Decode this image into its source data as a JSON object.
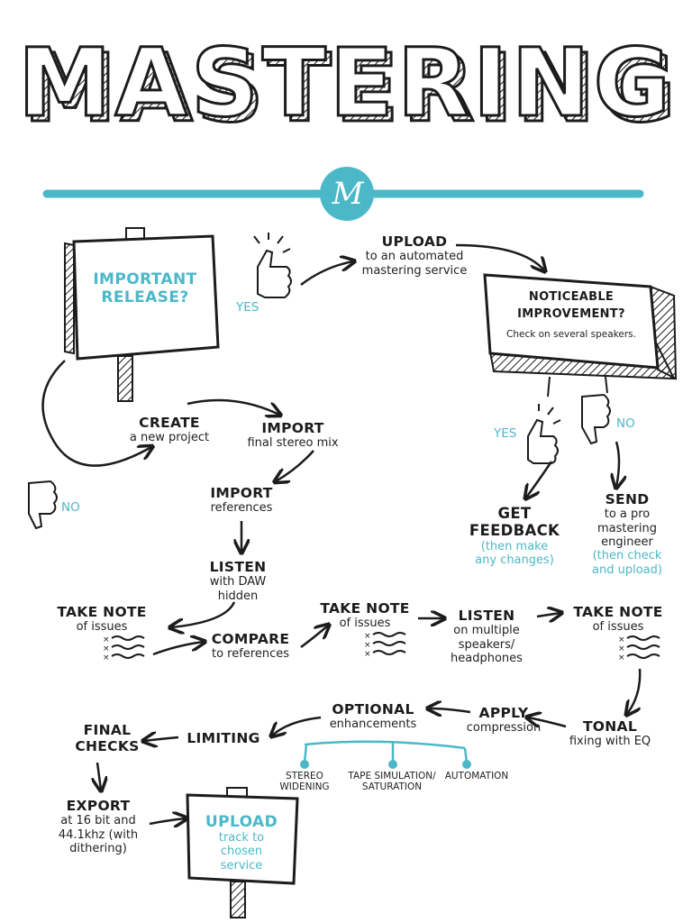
{
  "title": "MASTERING",
  "logo_letter": "M",
  "colors": {
    "accent": "#4bb8c8",
    "ink": "#1c1c1c"
  },
  "decision_sign": {
    "line1": "IMPORTANT",
    "line2": "RELEASE?"
  },
  "yes_label_1": "YES",
  "no_label_1": "NO",
  "upload_auto": {
    "heading": "UPLOAD",
    "sub1": "to an automated",
    "sub2": "mastering service"
  },
  "improvement": {
    "line1": "NOTICEABLE",
    "line2": "IMPROVEMENT?",
    "sub": "Check on several speakers."
  },
  "yes_label_2": "YES",
  "no_label_2": "NO",
  "get_feedback": {
    "h1": "GET",
    "h2": "FEEDBACK",
    "t1": "(then make",
    "t2": "any changes)"
  },
  "send": {
    "heading": "SEND",
    "s1": "to a pro",
    "s2": "mastering",
    "s3": "engineer",
    "t1": "(then check",
    "t2": "and upload)"
  },
  "create": {
    "heading": "CREATE",
    "sub": "a new project"
  },
  "import_mix": {
    "heading": "IMPORT",
    "sub": "final stereo mix"
  },
  "import_refs": {
    "heading": "IMPORT",
    "sub": "references"
  },
  "listen_daw": {
    "heading": "LISTEN",
    "s1": "with DAW",
    "s2": "hidden"
  },
  "take_note_1": {
    "heading": "TAKE NOTE",
    "sub": "of issues"
  },
  "compare": {
    "heading": "COMPARE",
    "sub": "to references"
  },
  "take_note_2": {
    "heading": "TAKE NOTE",
    "sub": "of issues"
  },
  "listen_multi": {
    "heading": "LISTEN",
    "s1": "on multiple",
    "s2": "speakers/",
    "s3": "headphones"
  },
  "take_note_3": {
    "heading": "TAKE NOTE",
    "sub": "of issues"
  },
  "tonal": {
    "heading": "TONAL",
    "sub": "fixing with EQ"
  },
  "apply": {
    "heading": "APPLY",
    "sub": "compression"
  },
  "optional": {
    "heading": "OPTIONAL",
    "sub": "enhancements"
  },
  "enhancements": {
    "opt1a": "STEREO",
    "opt1b": "WIDENING",
    "opt2a": "TAPE SIMULATION/",
    "opt2b": "SATURATION",
    "opt3": "AUTOMATION"
  },
  "limiting": {
    "heading": "LIMITING"
  },
  "final_checks": {
    "h1": "FINAL",
    "h2": "CHECKS"
  },
  "export": {
    "heading": "EXPORT",
    "s1": "at 16 bit and",
    "s2": "44.1khz (with",
    "s3": "dithering)"
  },
  "upload_final": {
    "heading": "UPLOAD",
    "s1": "track to",
    "s2": "chosen",
    "s3": "service"
  },
  "icons": [
    "thumbs-up-icon",
    "thumbs-down-icon",
    "logo-m-icon",
    "notes-icon",
    "sign-icon",
    "arrow-icon"
  ]
}
